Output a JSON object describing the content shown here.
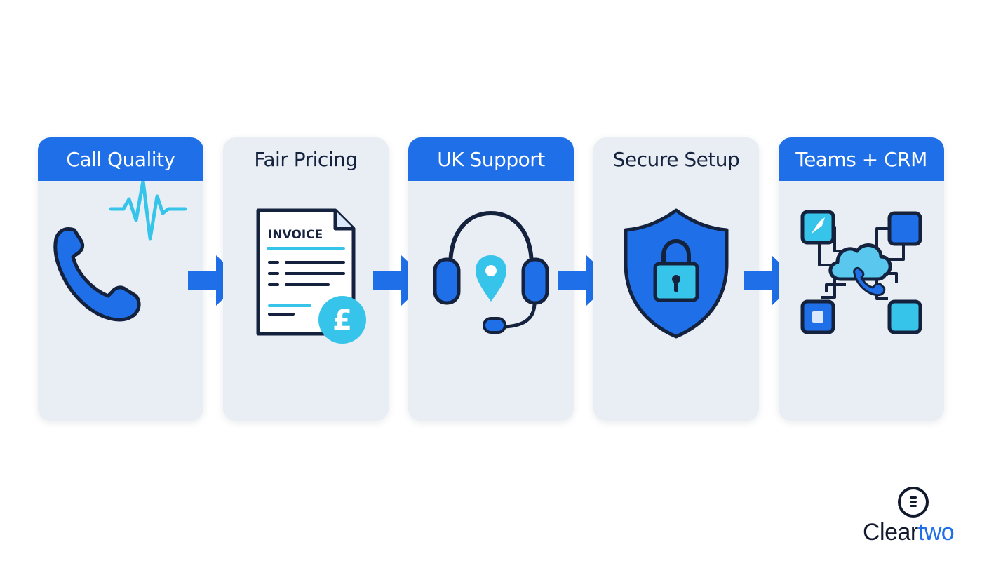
{
  "steps": [
    {
      "title": "Call Quality",
      "icon": "phone-waveform-icon",
      "header_style": "filled"
    },
    {
      "title": "Fair Pricing",
      "icon": "invoice-pound-icon",
      "header_style": "plain",
      "invoice_text": "INVOICE",
      "currency_symbol": "£"
    },
    {
      "title": "UK Support",
      "icon": "headset-location-icon",
      "header_style": "filled"
    },
    {
      "title": "Secure Setup",
      "icon": "shield-lock-icon",
      "header_style": "plain"
    },
    {
      "title": "Teams + CRM",
      "icon": "cloud-integration-network-icon",
      "header_style": "filled"
    }
  ],
  "connector_icon": "right-arrow-icon",
  "brand": {
    "name_part1": "Clear",
    "name_part2": "two",
    "logo_icon": "cleartwo-logo-icon"
  },
  "colors": {
    "primary_blue": "#1f6fe8",
    "accent_cyan": "#37c4ea",
    "dark_navy": "#14223d",
    "card_background": "#e9eef4"
  }
}
